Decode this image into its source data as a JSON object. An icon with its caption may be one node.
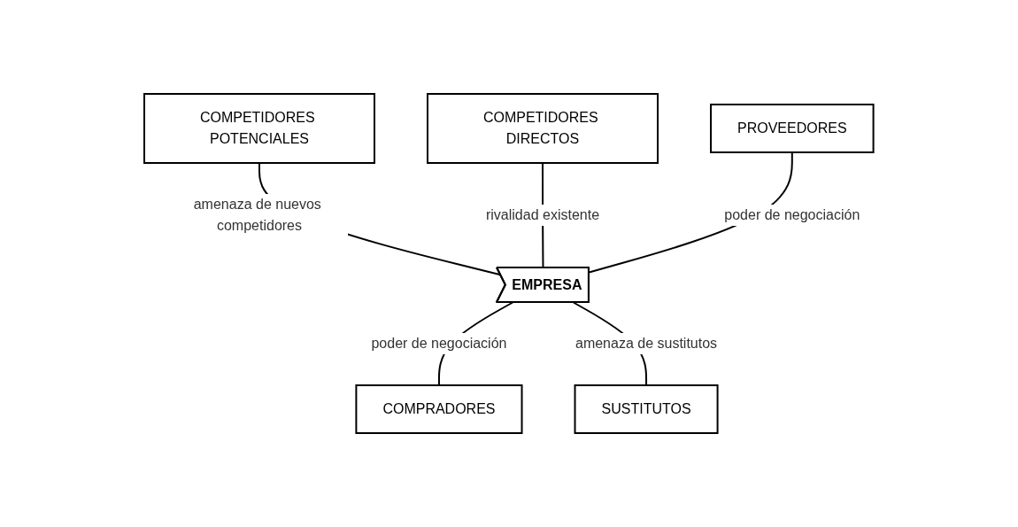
{
  "diagram": {
    "nodes": [
      {
        "text": [
          "COMPETIDORES POTENCIALES"
        ]
      },
      {
        "text": [
          "COMPETIDORES DIRECTOS"
        ]
      },
      {
        "text": [
          "PROVEEDORES"
        ]
      },
      {
        "text": [
          "EMPRESA"
        ]
      },
      {
        "text": [
          "COMPRADORES"
        ]
      },
      {
        "text": [
          "SUSTITUTOS"
        ]
      }
    ],
    "edges": [
      {
        "from": 0,
        "to": 3,
        "arrow": "none",
        "label": "amenaza de nuevos competidores"
      },
      {
        "from": 1,
        "to": 3,
        "arrow": "none",
        "label": "rivalidad existente"
      },
      {
        "from": 2,
        "to": 3,
        "arrow": "none",
        "label": "poder de negociación"
      },
      {
        "from": 3,
        "to": 4,
        "arrow": "none",
        "label": "poder de negociación"
      },
      {
        "from": 3,
        "to": 5,
        "arrow": "none",
        "label": "amenaza de sustitutos"
      }
    ]
  }
}
